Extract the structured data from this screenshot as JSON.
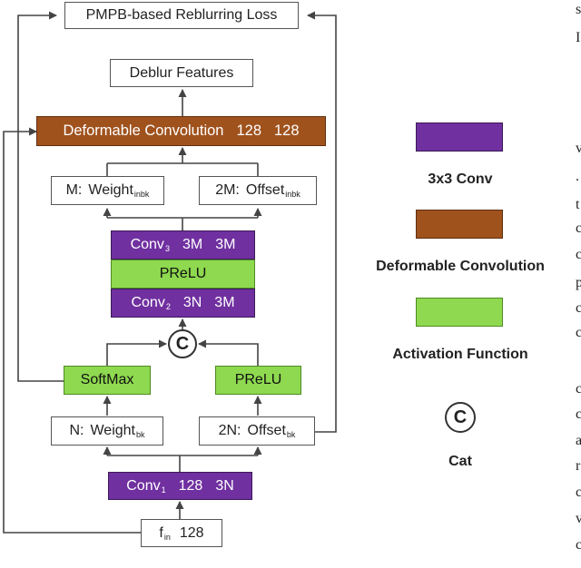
{
  "diagram": {
    "loss": "PMPB-based Reblurring Loss",
    "deblur_features": "Deblur Features",
    "deformable_conv": {
      "name": "Deformable Convolution",
      "in": "128",
      "out": "128"
    },
    "weight_inbk": {
      "prefix": "M:",
      "name": "Weight",
      "sub": "inbk"
    },
    "offset_inbk": {
      "prefix": "2M:",
      "name": "Offset",
      "sub": "inbk"
    },
    "conv3": {
      "name": "Conv",
      "sub": "3",
      "a": "3M",
      "b": "3M"
    },
    "prelu_mid": "PReLU",
    "conv2": {
      "name": "Conv",
      "sub": "2",
      "a": "3N",
      "b": "3M"
    },
    "cat_symbol": "C",
    "softmax": "SoftMax",
    "prelu_right": "PReLU",
    "weight_bk": {
      "prefix": "N:",
      "name": "Weight",
      "sub": "bk"
    },
    "offset_bk": {
      "prefix": "2N:",
      "name": "Offset",
      "sub": "bk"
    },
    "conv1": {
      "name": "Conv",
      "sub": "1",
      "a": "128",
      "b": "3N"
    },
    "fin": {
      "name": "f",
      "sub": "in",
      "value": "128"
    }
  },
  "legend": {
    "conv": {
      "label": "3x3 Conv",
      "color": "#7030a0"
    },
    "deform": {
      "label": "Deformable Convolution",
      "color": "#a0521d"
    },
    "activation": {
      "label": "Activation Function",
      "color": "#8ed94f"
    },
    "cat": {
      "label": "Cat",
      "symbol": "C"
    }
  },
  "margin_glyphs": [
    "s",
    "I",
    "v",
    ".",
    "t",
    "c",
    "c",
    "p",
    "c",
    "c",
    "c",
    "c",
    "a",
    "r",
    "c",
    "v",
    "c"
  ]
}
